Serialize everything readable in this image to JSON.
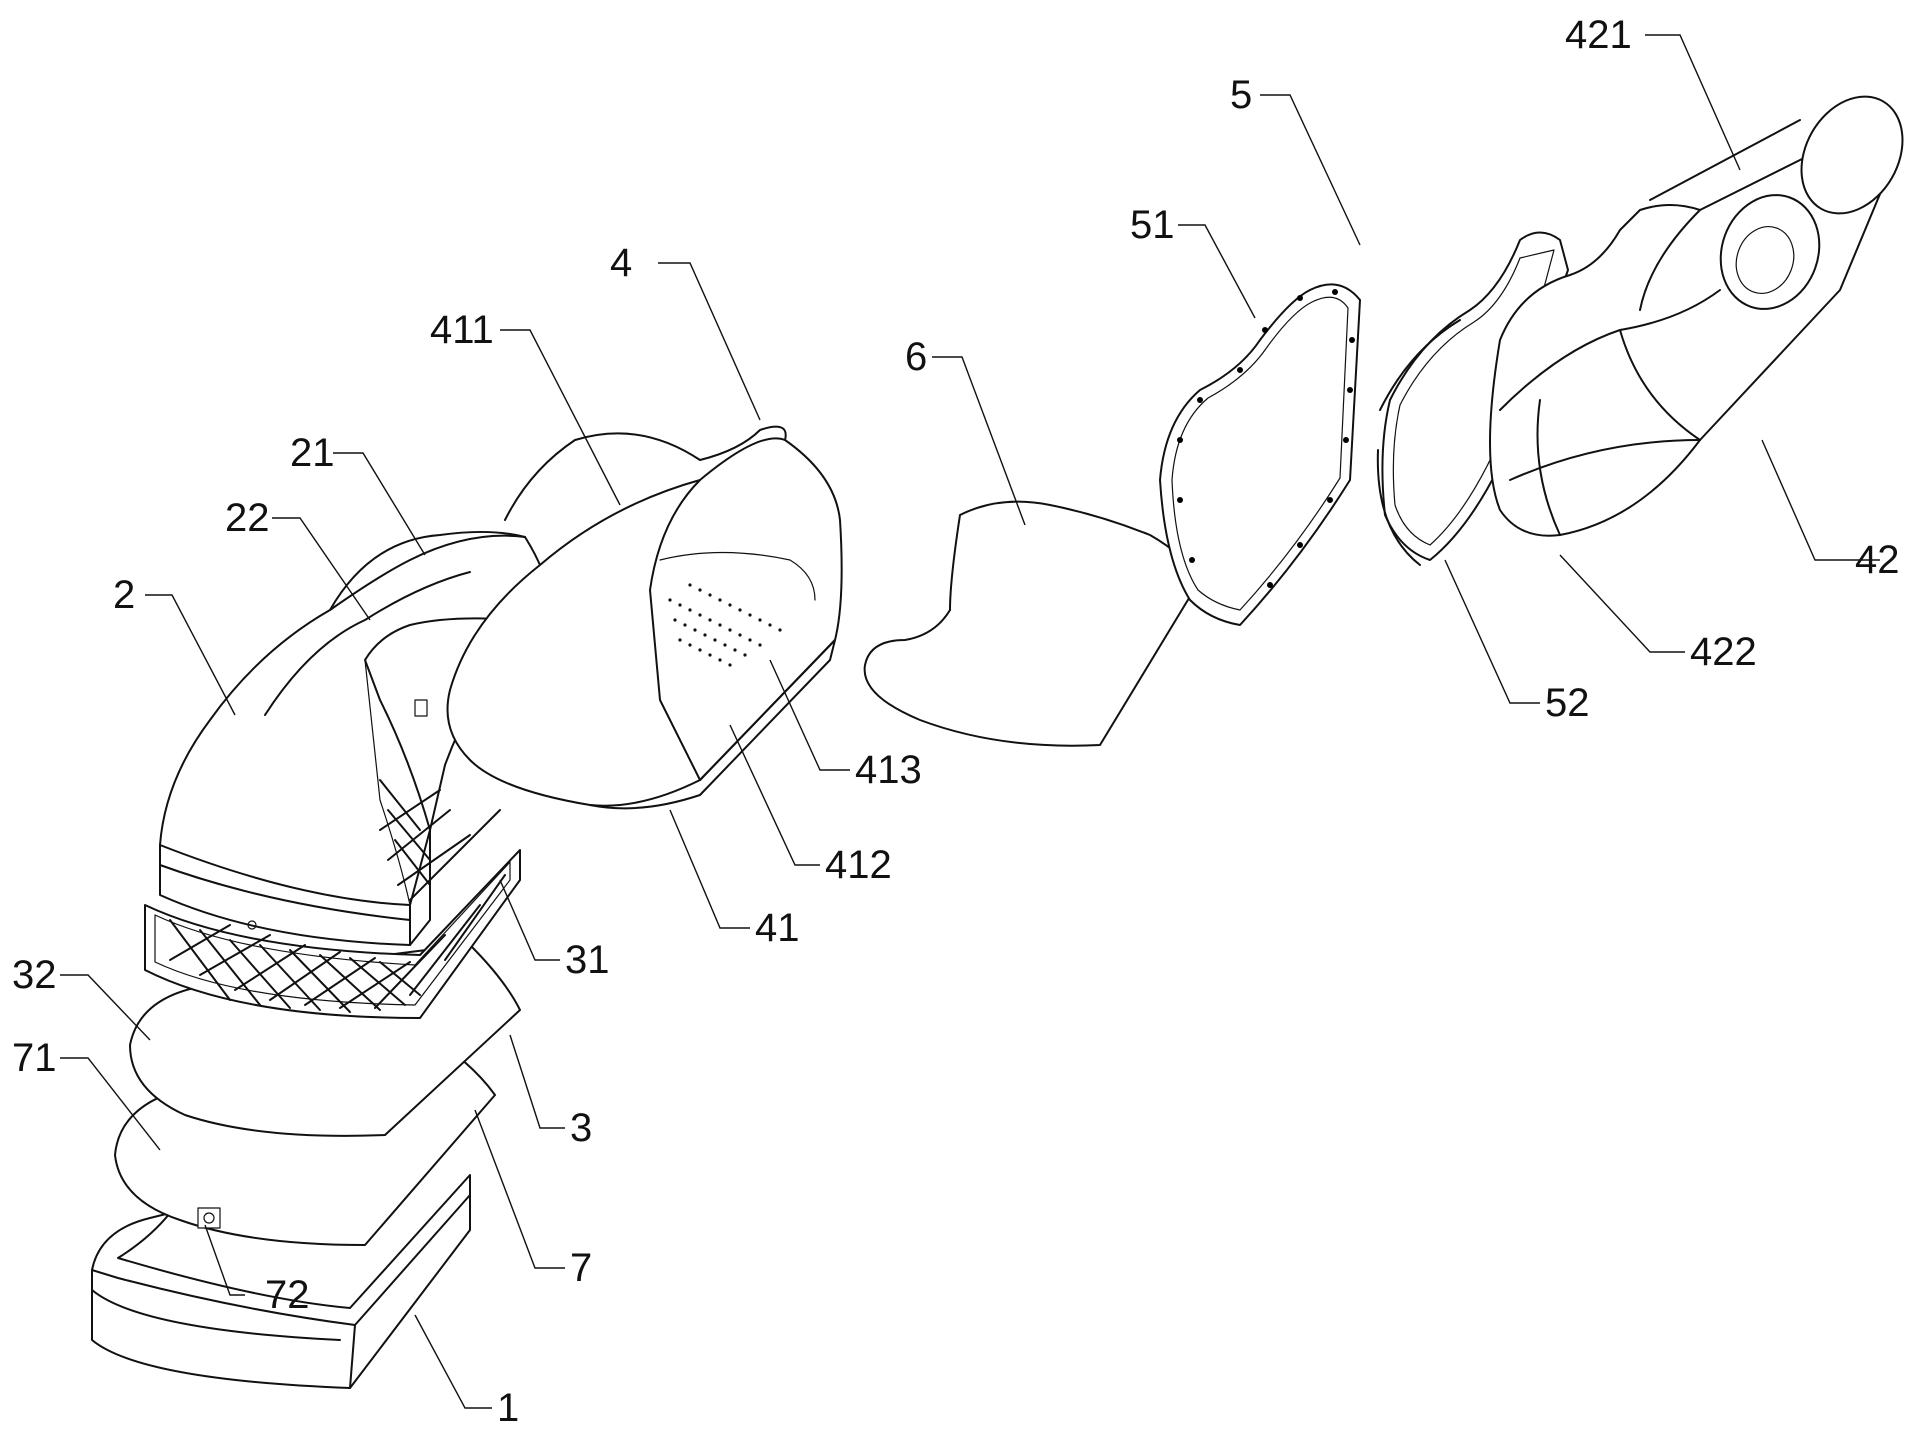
{
  "drawing": {
    "callouts": [
      {
        "id": "c421",
        "text": "421"
      },
      {
        "id": "c5",
        "text": "5"
      },
      {
        "id": "c51",
        "text": "51"
      },
      {
        "id": "c4",
        "text": "4"
      },
      {
        "id": "c411",
        "text": "411"
      },
      {
        "id": "c6",
        "text": "6"
      },
      {
        "id": "c21",
        "text": "21"
      },
      {
        "id": "c22",
        "text": "22"
      },
      {
        "id": "c2",
        "text": "2"
      },
      {
        "id": "c42",
        "text": "42"
      },
      {
        "id": "c422",
        "text": "422"
      },
      {
        "id": "c52",
        "text": "52"
      },
      {
        "id": "c413",
        "text": "413"
      },
      {
        "id": "c412",
        "text": "412"
      },
      {
        "id": "c41",
        "text": "41"
      },
      {
        "id": "c31",
        "text": "31"
      },
      {
        "id": "c32",
        "text": "32"
      },
      {
        "id": "c71",
        "text": "71"
      },
      {
        "id": "c3",
        "text": "3"
      },
      {
        "id": "c7",
        "text": "7"
      },
      {
        "id": "c72",
        "text": "72"
      },
      {
        "id": "c1",
        "text": "1"
      }
    ]
  }
}
